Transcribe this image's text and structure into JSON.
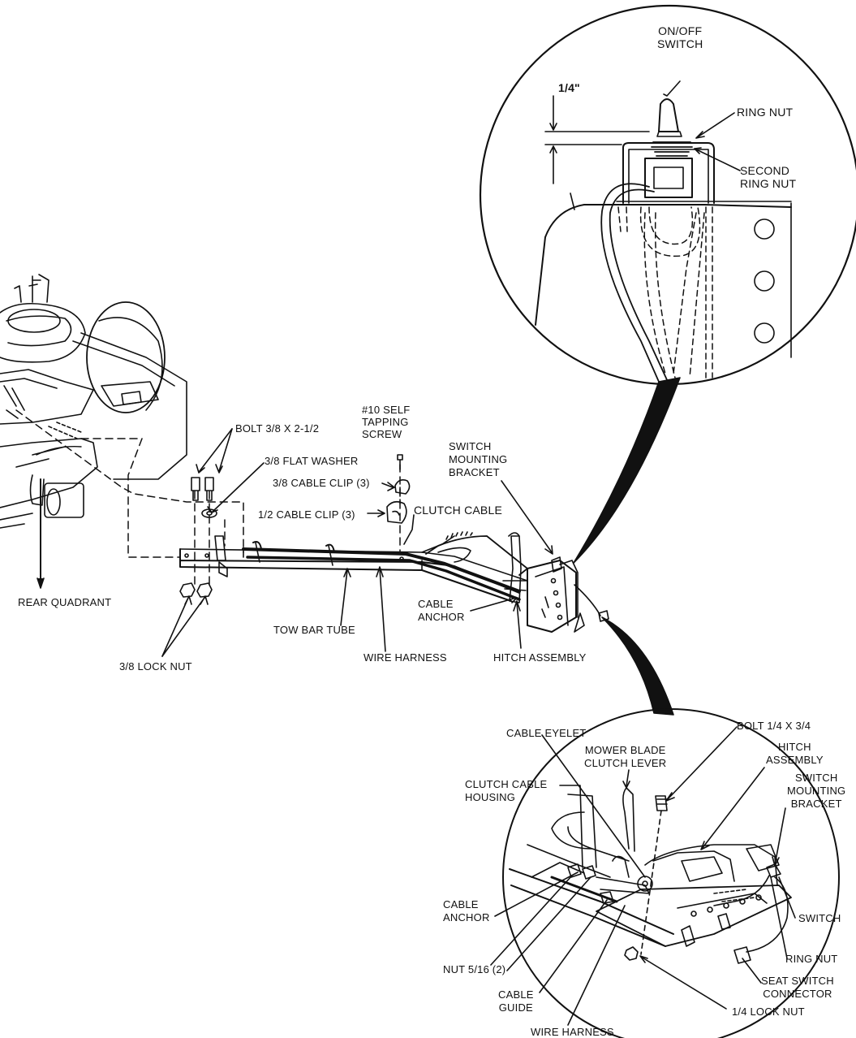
{
  "labels": {
    "on_off_switch": "ON/OFF\nSWITCH",
    "dim_quarter": "1/4\"",
    "ring_nut_top": "RING NUT",
    "second_ring_nut": "SECOND\nRING NUT",
    "self_tapping_screw": "#10 SELF\nTAPPING\nSCREW",
    "switch_mounting_bracket_main": "SWITCH\nMOUNTING\nBRACKET",
    "bolt_38": "BOLT 3/8 X 2-1/2",
    "flat_washer": "3/8 FLAT WASHER",
    "cable_clip_38": "3/8 CABLE CLIP (3)",
    "cable_clip_12": "1/2 CABLE CLIP (3)",
    "clutch_cable": "CLUTCH CABLE",
    "cable_anchor_main": "CABLE\nANCHOR",
    "rear_quadrant": "REAR QUADRANT",
    "tow_bar_tube": "TOW BAR TUBE",
    "lock_nut_38": "3/8 LOCK NUT",
    "wire_harness_main": "WIRE HARNESS",
    "hitch_assembly_main": "HITCH ASSEMBLY",
    "cable_eyelet": "CABLE EYELET",
    "bolt_14": "BOLT 1/4 X 3/4",
    "mower_blade_clutch_lever": "MOWER BLADE\nCLUTCH LEVER",
    "hitch_assembly_detail": "HITCH\nASSEMBLY",
    "clutch_cable_housing": "CLUTCH CABLE\nHOUSING",
    "switch_mounting_bracket_detail": "SWITCH\nMOUNTING\nBRACKET",
    "cable_anchor_detail": "CABLE\nANCHOR",
    "switch": "SWITCH",
    "ring_nut_detail": "RING NUT",
    "nut_516": "NUT 5/16 (2)",
    "seat_switch_connector": "SEAT SWITCH\nCONNECTOR",
    "cable_guide": "CABLE\nGUIDE",
    "lock_nut_14": "1/4 LOCK NUT",
    "wire_harness_detail": "WIRE HARNESS"
  }
}
